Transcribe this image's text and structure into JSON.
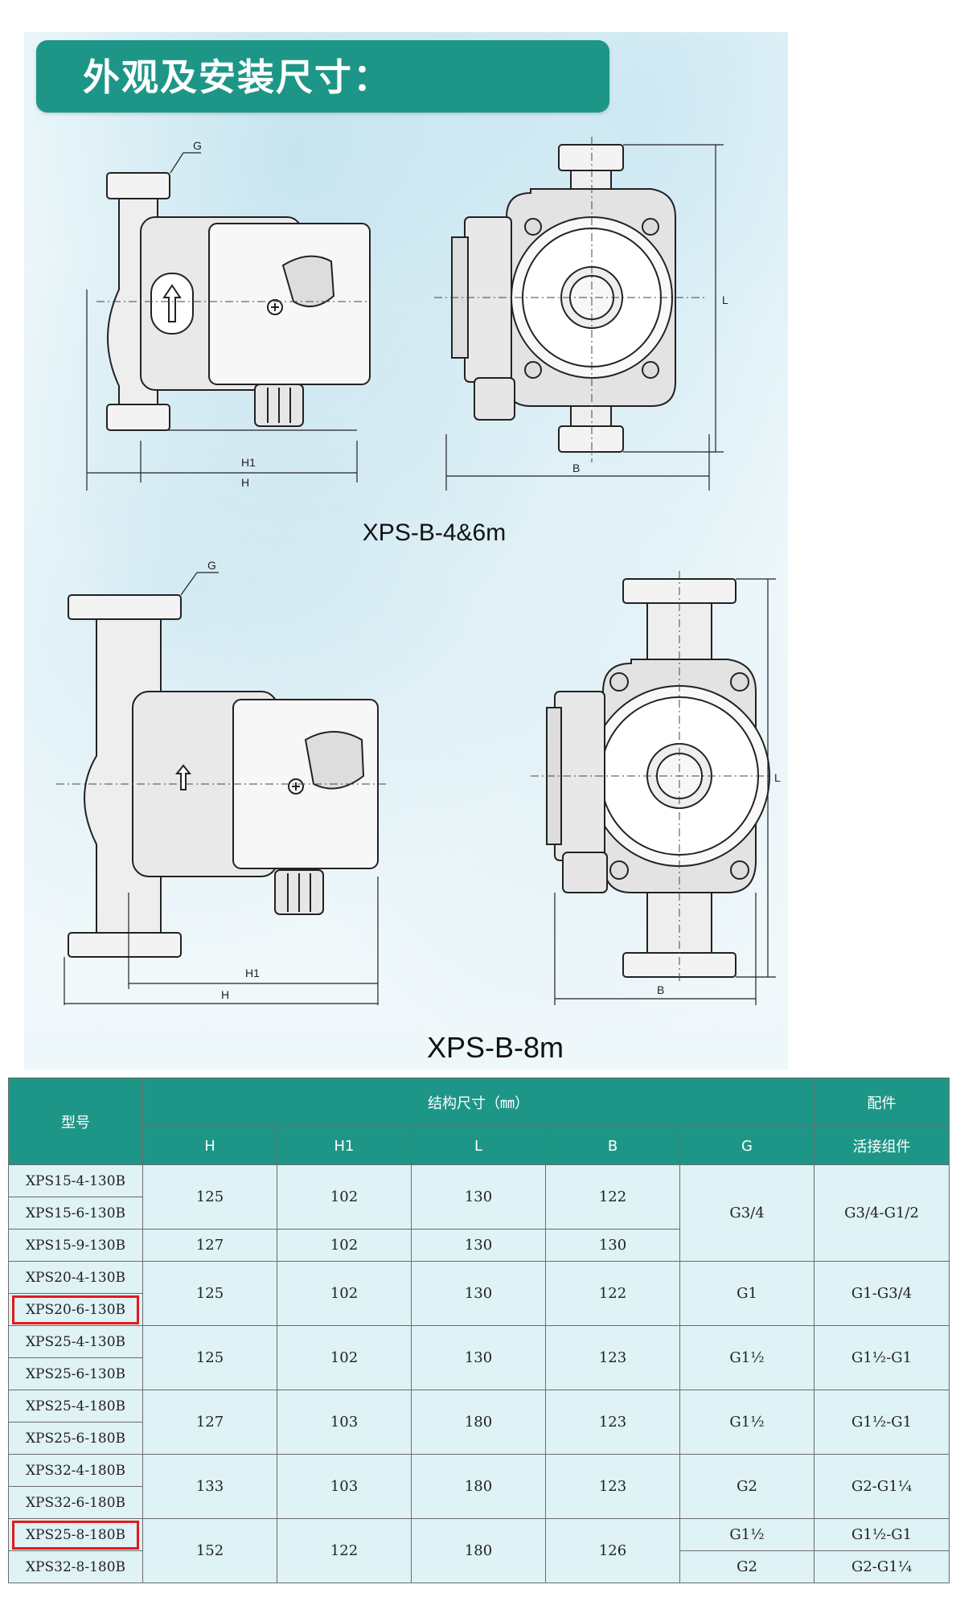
{
  "header": {
    "title": "外观及安装尺寸："
  },
  "drawing1": {
    "caption": "XPS-B-4&6m",
    "labels": {
      "g": "G",
      "h1": "H1",
      "h": "H",
      "b": "B",
      "l": "L"
    }
  },
  "drawing2": {
    "caption": "XPS-B-8m",
    "labels": {
      "g": "G",
      "h1": "H1",
      "h": "H",
      "b": "B",
      "l": "L"
    }
  },
  "table": {
    "col_model": "型号",
    "group_dims": "结构尺寸（㎜）",
    "group_parts": "配件",
    "sub_h": "H",
    "sub_h1": "H1",
    "sub_l": "L",
    "sub_b": "B",
    "sub_g": "G",
    "sub_fitting": "活接组件",
    "rows": [
      {
        "model": "XPS15-4-130B"
      },
      {
        "model": "XPS15-6-130B"
      },
      {
        "model": "XPS15-9-130B"
      },
      {
        "model": "XPS20-4-130B"
      },
      {
        "model": "XPS20-6-130B"
      },
      {
        "model": "XPS25-4-130B"
      },
      {
        "model": "XPS25-6-130B"
      },
      {
        "model": "XPS25-4-180B"
      },
      {
        "model": "XPS25-6-180B"
      },
      {
        "model": "XPS32-4-180B"
      },
      {
        "model": "XPS32-6-180B"
      },
      {
        "model": "XPS25-8-180B"
      },
      {
        "model": "XPS32-8-180B"
      }
    ],
    "groups": {
      "g1": {
        "h": "125",
        "h1": "102",
        "l": "130",
        "b": "122",
        "g": "G3/4",
        "fit": "G3/4-G1/2"
      },
      "g1b": {
        "h": "127",
        "h1": "102",
        "l": "130",
        "b": "130"
      },
      "g2": {
        "h": "125",
        "h1": "102",
        "l": "130",
        "b": "122",
        "g": "G1",
        "fit": "G1-G3/4"
      },
      "g3": {
        "h": "125",
        "h1": "102",
        "l": "130",
        "b": "123",
        "g": "G1½",
        "fit": "G1½-G1"
      },
      "g4": {
        "h": "127",
        "h1": "103",
        "l": "180",
        "b": "123",
        "g": "G1½",
        "fit": "G1½-G1"
      },
      "g5": {
        "h": "133",
        "h1": "103",
        "l": "180",
        "b": "123",
        "g": "G2",
        "fit": "G2-G1¼"
      },
      "g6": {
        "h": "152",
        "h1": "122",
        "l": "180",
        "b": "126",
        "g_a": "G1½",
        "fit_a": "G1½-G1",
        "g_b": "G2",
        "fit_b": "G2-G1¼"
      }
    }
  },
  "colors": {
    "teal": "#1e9687",
    "cell": "#dff2f6",
    "highlight": "#e01b1b"
  }
}
